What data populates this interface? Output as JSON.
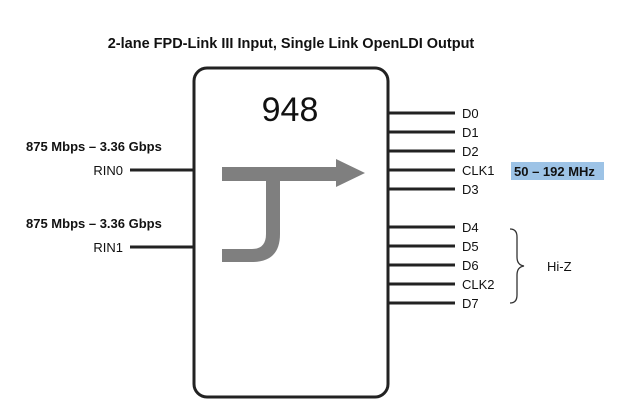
{
  "title": "2-lane FPD-Link III Input, Single Link OpenLDI Output",
  "chip": {
    "name": "948"
  },
  "inputs": [
    {
      "rate": "875 Mbps – 3.36 Gbps",
      "pin": "RIN0"
    },
    {
      "rate": "875 Mbps – 3.36 Gbps",
      "pin": "RIN1"
    }
  ],
  "outputs_active": [
    "D0",
    "D1",
    "D2",
    "CLK1",
    "D3"
  ],
  "outputs_hiz": [
    "D4",
    "D5",
    "D6",
    "CLK2",
    "D7"
  ],
  "clock_frequency": "50 – 192 MHz",
  "hiz_label": "Hi-Z",
  "colors": {
    "arrow": "#7f7f7f",
    "highlight": "#9dc3e6",
    "stroke": "#222222"
  },
  "icons": {
    "flow": "merge-arrow-icon",
    "group": "brace-icon"
  }
}
